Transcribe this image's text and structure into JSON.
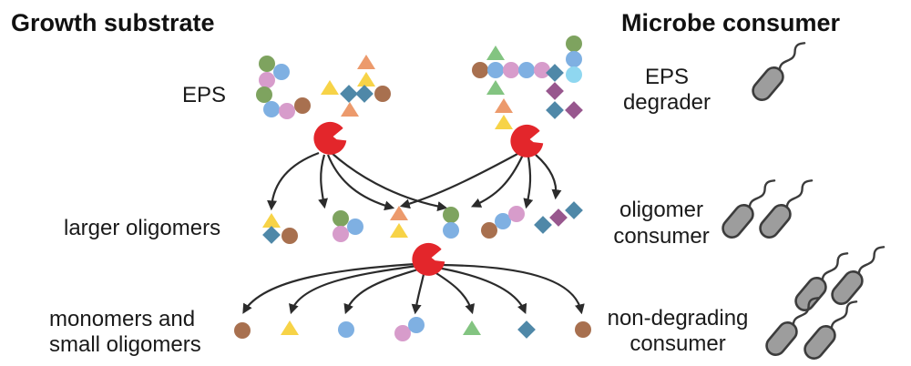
{
  "headings": {
    "left": "Growth substrate",
    "right": "Microbe consumer"
  },
  "substrate_labels": {
    "eps": "EPS",
    "larger_oligomers": "larger oligomers",
    "monomers_line1": "monomers and",
    "monomers_line2": "small oligomers"
  },
  "consumer_labels": {
    "eps_degrader_line1": "EPS",
    "eps_degrader_line2": "degrader",
    "oligomer_line1": "oligomer",
    "oligomer_line2": "consumer",
    "nondegrading_line1": "non-degrading",
    "nondegrading_line2": "consumer"
  },
  "icons": {
    "enzyme": "enzyme-pacman-icon",
    "bacterium": "rod-bacterium-icon",
    "circle": "sugar-circle-icon",
    "triangle": "sugar-triangle-icon",
    "diamond": "sugar-diamond-icon"
  },
  "colors": {
    "green": "#7ea35f",
    "blue": "#7fb0e2",
    "pink": "#d79ccb",
    "brown": "#a8704f",
    "orange": "#ec9a6c",
    "yellow": "#f7d347",
    "teal": "#4f88a8",
    "purple": "#98578e",
    "light_green": "#83c481",
    "light_blue": "#8fd7f0",
    "enzyme_red": "#e3262b",
    "bacterium_fill": "#9d9d9d",
    "bacterium_outline": "#3c3c3c"
  }
}
